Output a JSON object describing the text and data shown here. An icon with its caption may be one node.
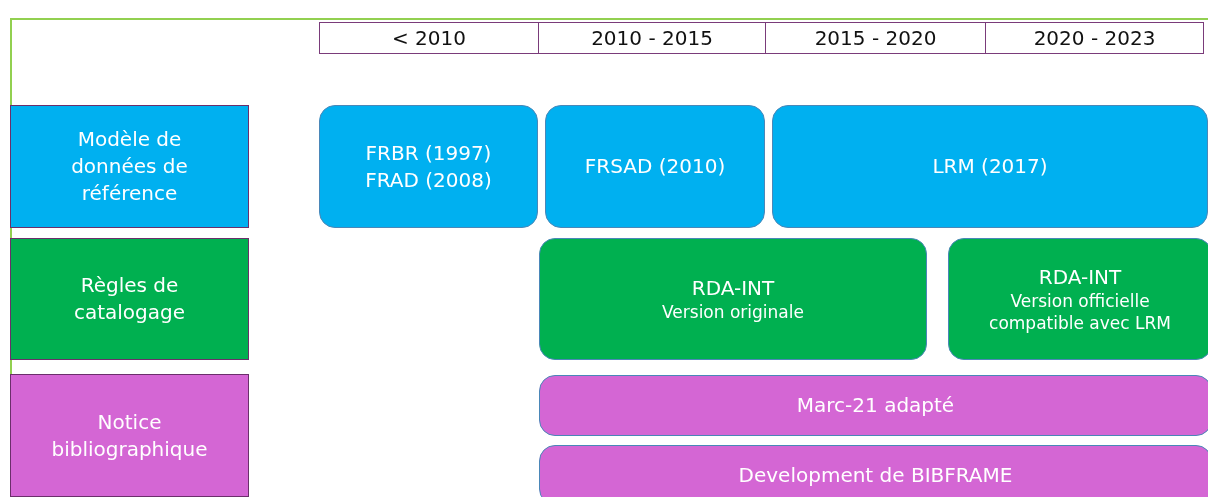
{
  "diagram": {
    "nodes": [
      {
        "text": [
          "< 2010"
        ]
      },
      {
        "text": [
          "2010 - 2015"
        ]
      },
      {
        "text": [
          "2015 - 2020"
        ]
      },
      {
        "text": [
          "2020 - 2023"
        ]
      },
      {
        "text": [
          "Modèle de données de référence"
        ]
      },
      {
        "text": [
          "FRBR (1997)",
          "FRAD (2008)"
        ]
      },
      {
        "text": [
          "FRSAD (2010)"
        ]
      },
      {
        "text": [
          "LRM (2017)"
        ]
      },
      {
        "text": [
          "Règles de catalogage"
        ]
      },
      {
        "text": [
          "RDA-INT",
          "Version originale"
        ]
      },
      {
        "text": [
          "RDA-INT",
          "Version officielle compatible avec LRM"
        ]
      },
      {
        "text": [
          "Notice bibliographique"
        ]
      },
      {
        "text": [
          "Marc-21 adapté"
        ]
      },
      {
        "text": [
          "Development de BIBFRAME"
        ]
      }
    ]
  }
}
